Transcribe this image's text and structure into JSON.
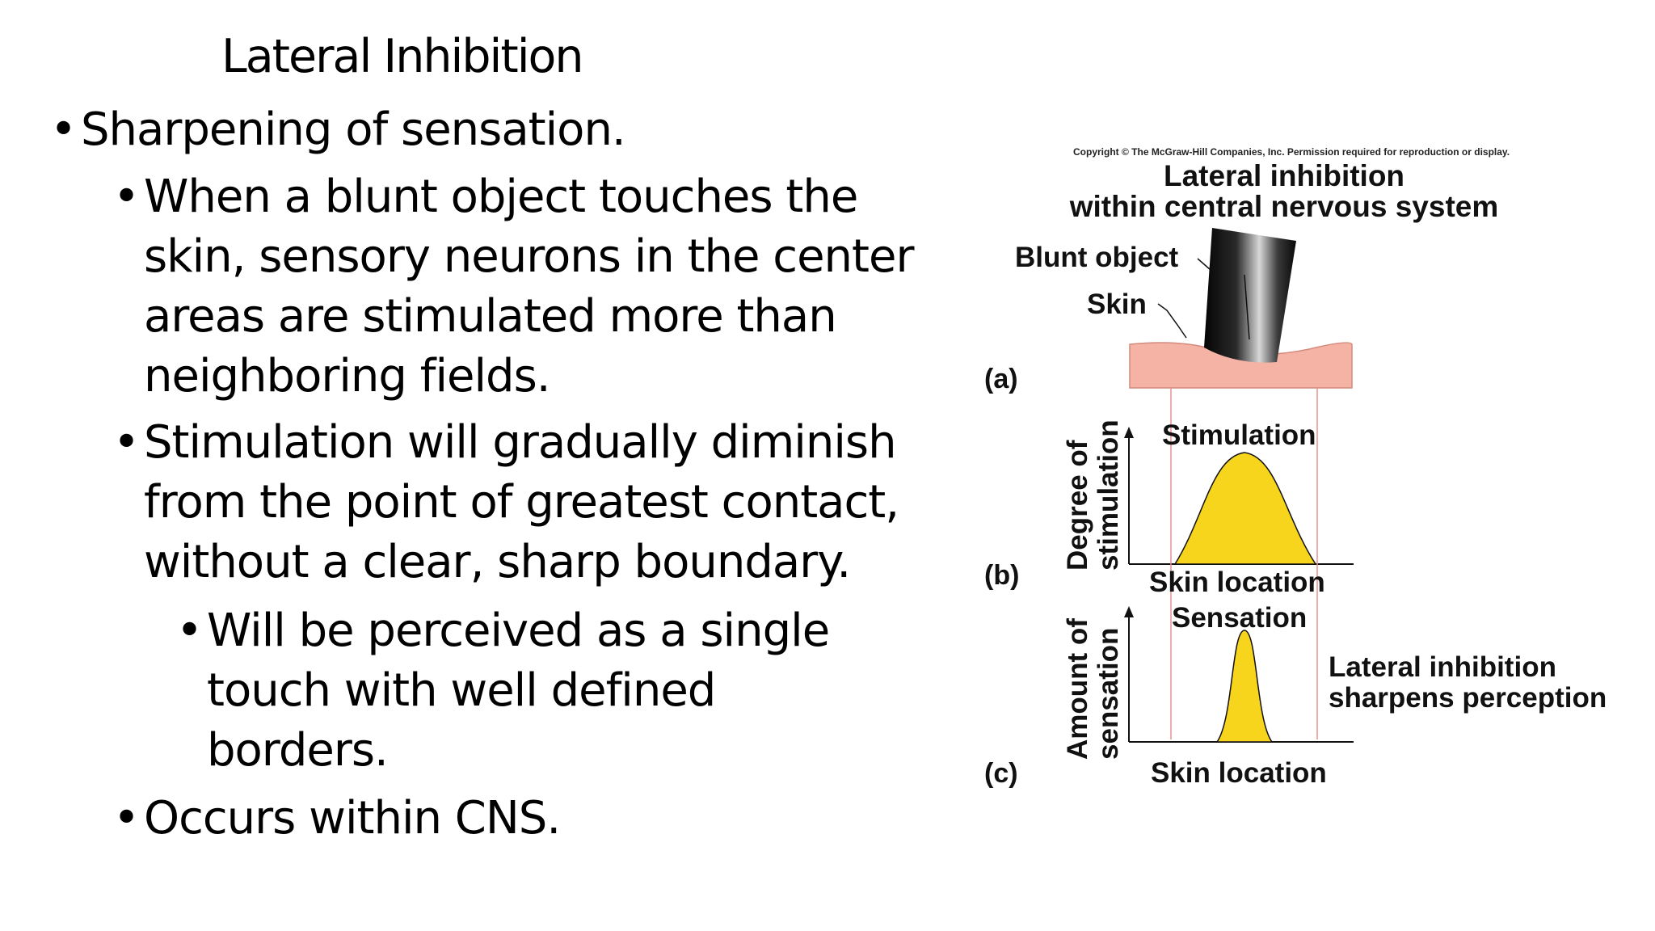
{
  "slide": {
    "title": "Lateral Inhibition",
    "bullets": [
      {
        "level": 1,
        "lines": [
          "Sharpening of sensation."
        ]
      },
      {
        "level": 2,
        "lines": [
          "When a blunt object touches the",
          "skin, sensory neurons in the center",
          "areas are stimulated more than",
          "neighboring fields."
        ]
      },
      {
        "level": 2,
        "lines": [
          "Stimulation will gradually diminish",
          "from the point of greatest contact,",
          "without a clear, sharp boundary."
        ]
      },
      {
        "level": 3,
        "lines": [
          "Will be perceived as a single",
          "touch with well defined",
          "borders."
        ]
      },
      {
        "level": 2,
        "lines": [
          "Occurs within CNS."
        ]
      }
    ],
    "bullet_glyph": "•"
  },
  "figure": {
    "copyright": "Copyright © The McGraw-Hill Companies, Inc. Permission required for reproduction or display.",
    "heading_line1": "Lateral inhibition",
    "heading_line2": "within central nervous system",
    "label_blunt_object": "Blunt object",
    "label_skin": "Skin",
    "panel_a": "(a)",
    "panel_b": "(b)",
    "panel_c": "(c)",
    "b_ylabel_line1": "Degree of",
    "b_ylabel_line2": "stimulation",
    "b_curve_label": "Stimulation",
    "b_xlabel": "Skin location",
    "c_ylabel_line1": "Amount of",
    "c_ylabel_line2": "sensation",
    "c_curve_label": "Sensation",
    "c_xlabel": "Skin location",
    "c_note_line1": "Lateral inhibition",
    "c_note_line2": "sharpens perception",
    "colors": {
      "skin": "#f4b3a4",
      "curve_fill": "#f7d51d",
      "guide_lines": "#e89090",
      "object_dark": "#111111"
    }
  }
}
